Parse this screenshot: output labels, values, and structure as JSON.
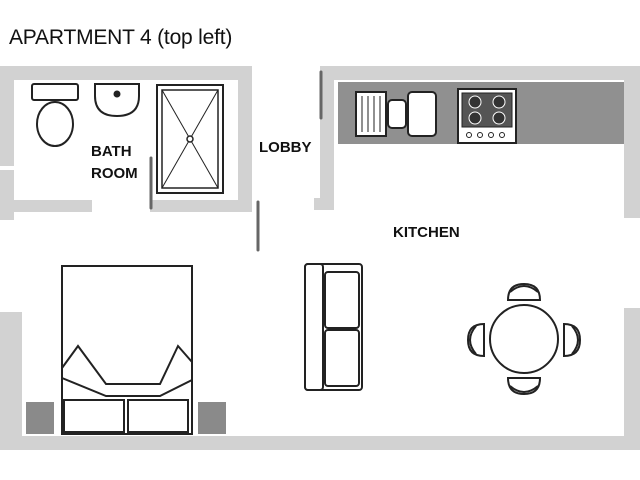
{
  "title": "APARTMENT 4  (top left)",
  "rooms": {
    "bath_line1": "BATH",
    "bath_line2": "ROOM",
    "lobby": "LOBBY",
    "kitchen": "KITCHEN"
  },
  "colors": {
    "wall": "#d2d2d2",
    "counter": "#909090",
    "door": "#666666",
    "fixture_stroke": "#222222",
    "fixture_fill": "#ffffff",
    "dark_block": "#8a8a8a"
  }
}
